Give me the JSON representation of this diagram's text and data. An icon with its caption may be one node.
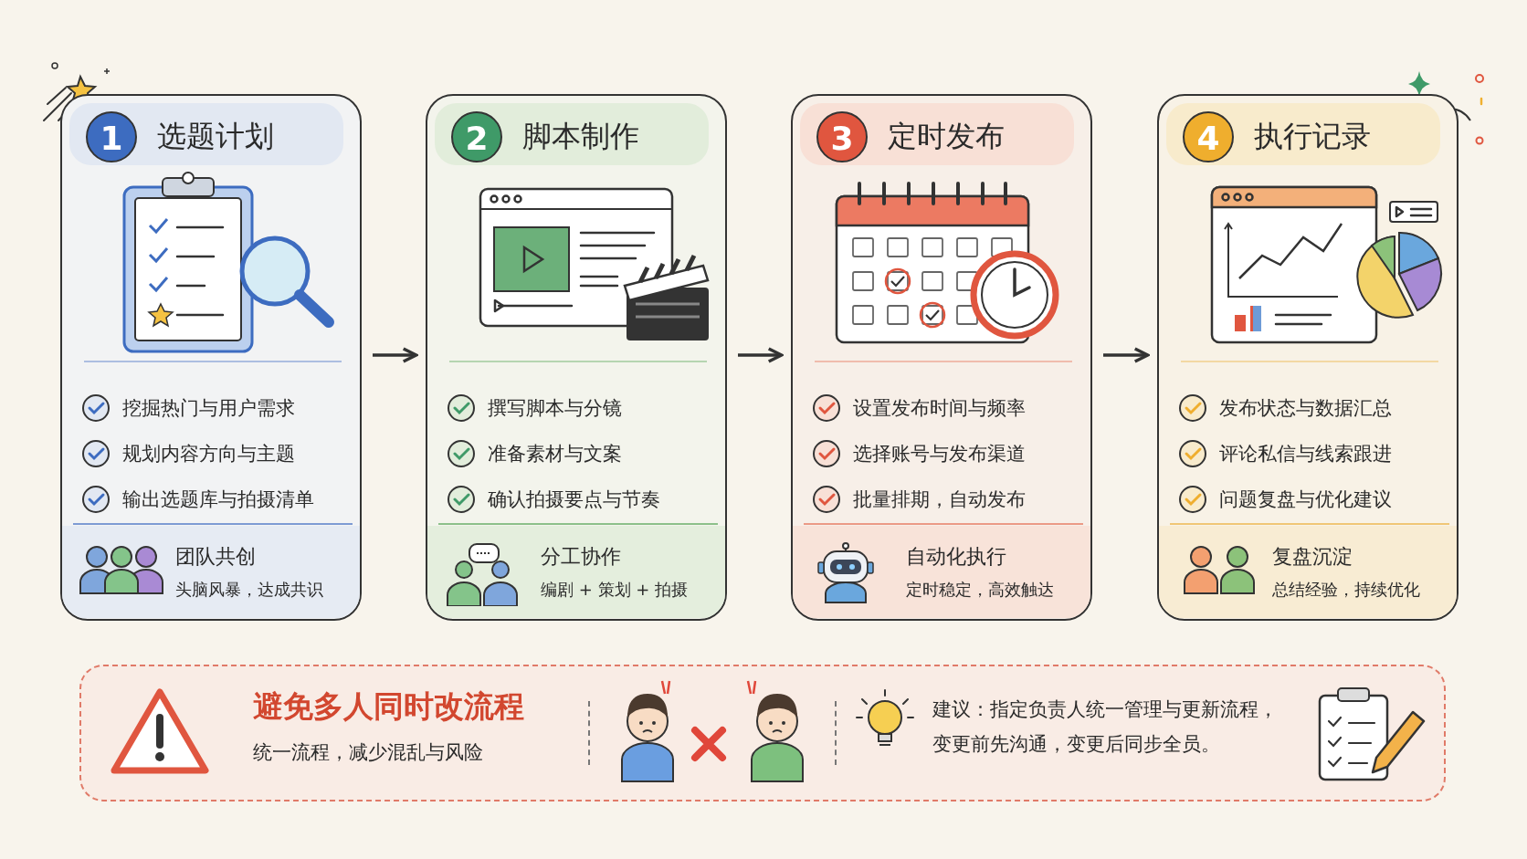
{
  "diagram": {
    "nodes": [
      {
        "text": [
          "1",
          "选题计划",
          "挖掘热门与用户需求",
          "规划内容方向与主题",
          "输出选题库与拍摄清单"
        ]
      },
      {
        "text": [
          "团队共创",
          "头脑风暴，达成共识"
        ],
        "in": 0
      },
      {
        "text": [
          "2",
          "脚本制作",
          "撰写脚本与分镜",
          "准备素材与文案",
          "确认拍摄要点与节奏"
        ]
      },
      {
        "text": [
          "分工协作",
          "编剧 + 策划 + 拍摄"
        ],
        "in": 2
      },
      {
        "text": [
          "3",
          "定时发布",
          "设置发布时间与频率",
          "选择账号与发布渠道",
          "批量排期，自动发布"
        ]
      },
      {
        "text": [
          "自动化执行",
          "定时稳定，高效触达"
        ],
        "in": 4
      },
      {
        "text": [
          "4",
          "执行记录",
          "发布状态与数据汇总",
          "评论私信与线索跟进",
          "问题复盘与优化建议"
        ]
      },
      {
        "text": [
          "复盘沉淀",
          "总结经验，持续优化"
        ],
        "in": 6
      },
      {
        "text": [
          "避免多人同时改流程",
          "统一流程，减少混乱与风险",
          "建议：指定负责人统一管理与更新流程，变更前先沟通，变更后同步全员。"
        ]
      }
    ],
    "edges": [
      {
        "from": 0,
        "to": 2,
        "arrow": "to"
      },
      {
        "from": 2,
        "to": 4,
        "arrow": "to"
      },
      {
        "from": 4,
        "to": 6,
        "arrow": "to"
      }
    ]
  }
}
